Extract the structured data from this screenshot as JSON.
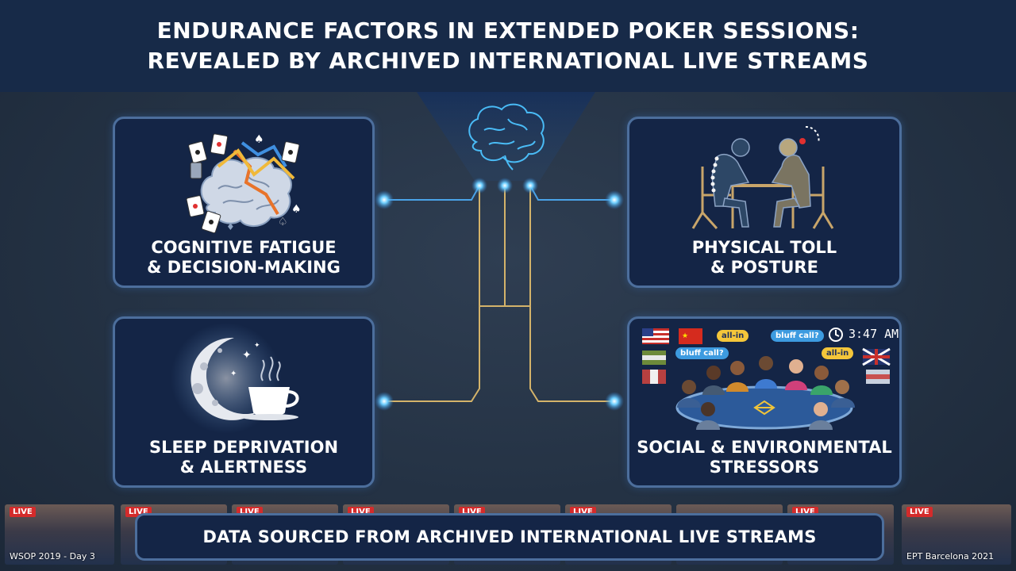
{
  "header": {
    "line1": "ENDURANCE FACTORS IN EXTENDED POKER SESSIONS:",
    "line2": "REVEALED BY ARCHIVED INTERNATIONAL LIVE STREAMS"
  },
  "panels": [
    {
      "line1": "COGNITIVE FATIGUE",
      "line2": "& DECISION-MAKING",
      "icon": "brain-cards-icon"
    },
    {
      "line1": "PHYSICAL TOLL",
      "line2": "& POSTURE",
      "icon": "seated-posture-icon"
    },
    {
      "line1": "SLEEP DEPRIVATION",
      "line2": "& ALERTNESS",
      "icon": "moon-coffee-icon"
    },
    {
      "line1": "SOCIAL & ENVIRONMENTAL",
      "line2": "STRESSORS",
      "icon": "poker-table-players-icon"
    }
  ],
  "social_scene": {
    "bubbles": [
      "all-in",
      "bluff call?",
      "bluff call?",
      "all-in"
    ],
    "clock": "3:47 AM"
  },
  "footer": {
    "text": "DATA SOURCED FROM ARCHIVED INTERNATIONAL LIVE STREAMS"
  },
  "thumbnails": [
    {
      "live": "LIVE",
      "caption": "WSOP 2019 - Day 3"
    },
    {
      "live": "LIVE",
      "caption": ""
    },
    {
      "live": "LIVE",
      "caption": ""
    },
    {
      "live": "LIVE",
      "caption": ""
    },
    {
      "live": "LIVE",
      "caption": ""
    },
    {
      "live": "LIVE",
      "caption": ""
    },
    {
      "live": "",
      "caption": ""
    },
    {
      "live": "LIVE",
      "caption": ""
    },
    {
      "live": "LIVE",
      "caption": "EPT Barcelona 2021"
    }
  ],
  "colors": {
    "panel_border": "#4c6e9c",
    "connector_gold": "#d4b36a",
    "connector_blue": "#4aa3e8",
    "node_glow": "#5fc0ff",
    "live_badge": "#d42b2b"
  }
}
